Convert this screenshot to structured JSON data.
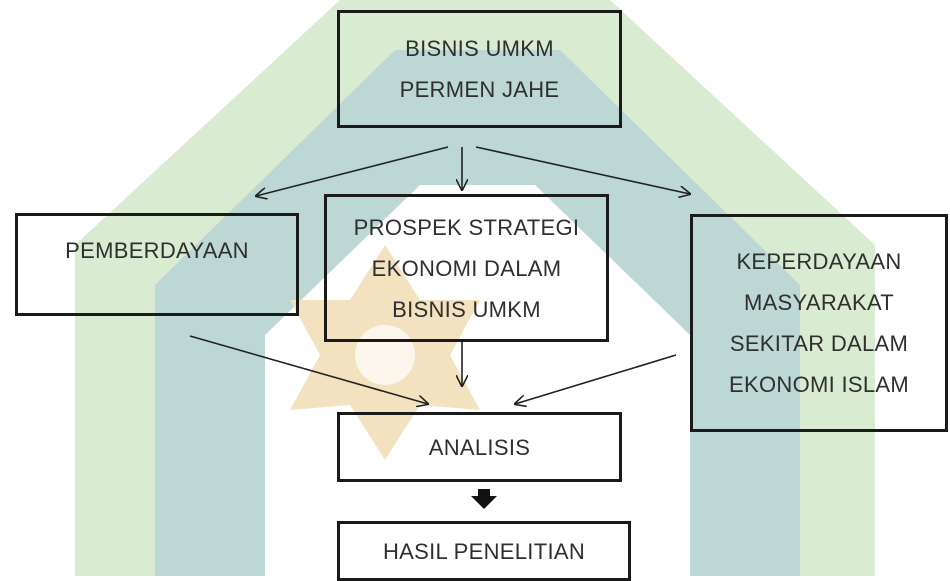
{
  "diagram": {
    "watermark": {
      "green": "#d9ebd1",
      "teal": "#bcd7d4",
      "gold": "#f3e2bf"
    },
    "nodes": {
      "top": [
        "BISNIS UMKM",
        "PERMEN JAHE"
      ],
      "left": [
        "PEMBERDAYAAN"
      ],
      "center": [
        "PROSPEK STRATEGI",
        "EKONOMI DALAM",
        "BISNIS UMKM"
      ],
      "right": [
        "KEPERDAYAAN",
        "MASYARAKAT",
        "SEKITAR DALAM",
        "EKONOMI ISLAM"
      ],
      "analysis": [
        "ANALISIS"
      ],
      "result": [
        "HASIL PENELITIAN"
      ]
    }
  }
}
